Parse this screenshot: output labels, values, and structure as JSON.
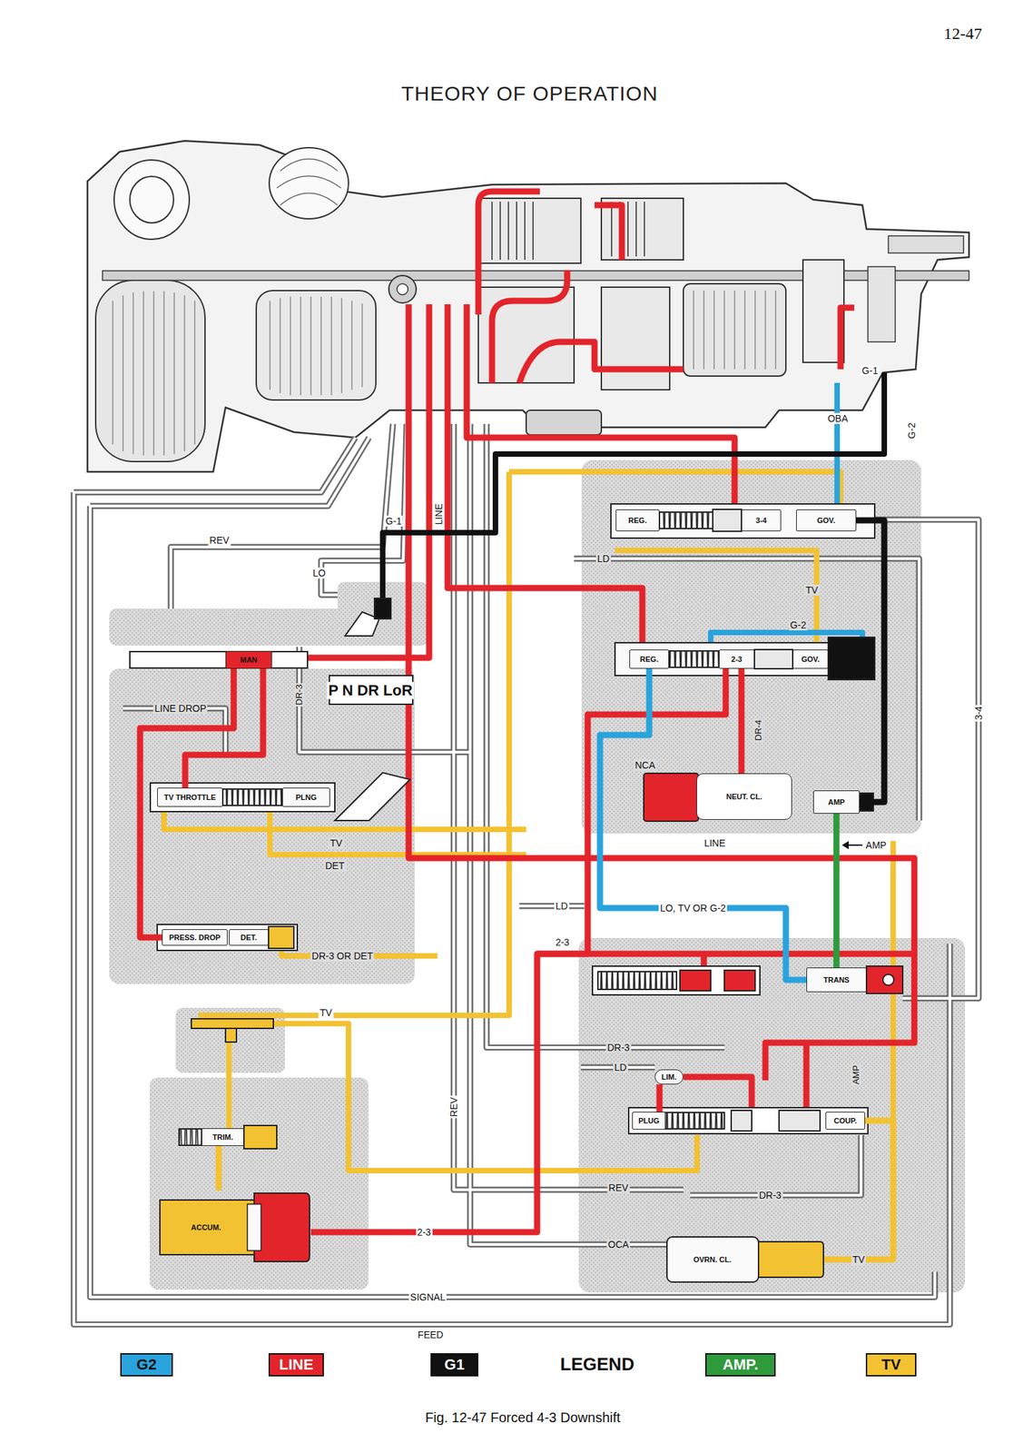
{
  "diagram": {
    "title": "THEORY OF OPERATION",
    "caption": "Fig. 12-47 Forced 4-3 Downshift",
    "nodes": [
      {
        "text": [
          "REG."
        ]
      },
      {
        "text": [
          "3-4"
        ]
      },
      {
        "text": [
          "GOV."
        ]
      },
      {
        "text": [
          "REG."
        ]
      },
      {
        "text": [
          "2-3"
        ]
      },
      {
        "text": [
          "GOV."
        ]
      },
      {
        "text": [
          "MAN"
        ]
      },
      {
        "text": [
          "TV THROTTLE"
        ]
      },
      {
        "text": [
          "PLNG"
        ]
      },
      {
        "text": [
          "NEUT. CL."
        ]
      },
      {
        "text": [
          "AMP"
        ]
      },
      {
        "text": [
          "PRESS. DROP"
        ]
      },
      {
        "text": [
          "DET."
        ]
      },
      {
        "text": [
          "TRANS"
        ]
      },
      {
        "text": [
          "LIM."
        ]
      },
      {
        "text": [
          "PLUG"
        ]
      },
      {
        "text": [
          "COUP."
        ]
      },
      {
        "text": [
          "TRIM."
        ]
      },
      {
        "text": [
          "ACCUM."
        ]
      },
      {
        "text": [
          "OVRN. CL."
        ]
      }
    ],
    "edges": [
      {
        "from": 6,
        "to": 7,
        "arrow": "none"
      },
      {
        "from": 6,
        "to": 11,
        "arrow": "none"
      },
      {
        "from": 2,
        "to": 10,
        "arrow": "none"
      },
      {
        "from": 4,
        "to": 9,
        "arrow": "none"
      },
      {
        "from": 4,
        "to": 18,
        "label": "2-3",
        "arrow": "none"
      },
      {
        "from": 3,
        "to": 13,
        "label": "LO, TV OR G-2",
        "arrow": "none"
      },
      {
        "from": 10,
        "to": 13,
        "arrow": "none"
      },
      {
        "from": 14,
        "to": 15,
        "arrow": "none"
      },
      {
        "from": 16,
        "to": 19,
        "label": "TV",
        "arrow": "none"
      },
      {
        "from": 17,
        "to": 18,
        "arrow": "none"
      }
    ],
    "labels": [
      "12-47",
      "G-1",
      "OBA",
      "G-2",
      "LINE",
      "G-1",
      "REV",
      "LO",
      "LD",
      "TV",
      "G-2",
      "DR-3",
      "P N DR LoR",
      "LINE DROP",
      "3-4",
      "NCA",
      "DR-4",
      "LINE",
      "AMP",
      "TV",
      "DET",
      "LD",
      "DR-3 OR DET",
      "2-3",
      "TV",
      "DR-3",
      "LD",
      "AMP",
      "REV",
      "REV",
      "DR-3",
      "OCA",
      "SIGNAL",
      "FEED",
      "LEGEND"
    ],
    "legend": [
      {
        "text": "G2",
        "color": "#2aa3dc"
      },
      {
        "text": "LINE",
        "color": "#e3242b"
      },
      {
        "text": "G1",
        "color": "#111111"
      },
      {
        "text": "AMP.",
        "color": "#2f9a3c"
      },
      {
        "text": "TV",
        "color": "#f3c232"
      }
    ]
  }
}
